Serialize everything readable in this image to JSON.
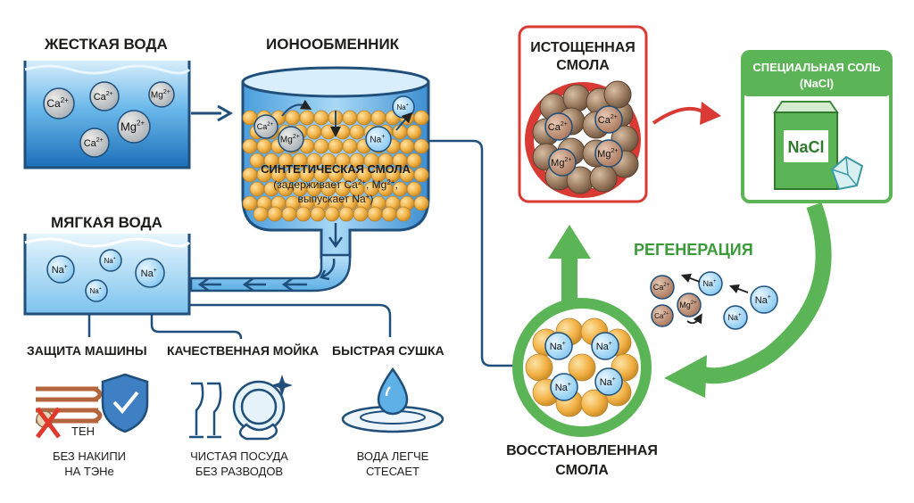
{
  "titles": {
    "hard_water": "ЖЕСТКАЯ ВОДА",
    "ion_exchanger": "ИОНООБМЕННИК",
    "soft_water": "МЯГКАЯ ВОДА",
    "depleted_resin_l1": "ИСТОЩЕННАЯ",
    "depleted_resin_l2": "СМОЛА",
    "special_salt_l1": "СПЕЦИАЛЬНАЯ СОЛЬ",
    "special_salt_l2": "(NaCl)",
    "regeneration": "РЕГЕНЕРАЦИЯ",
    "restored_resin_l1": "ВОССТАНОВЛЕННАЯ",
    "restored_resin_l2": "СМОЛА"
  },
  "resin": {
    "title": "СИНТЕТИЧЕСКАЯ СМОЛА",
    "l1_pre": "(задерживает Ca",
    "l1_sup1": "2+",
    "l1_mid": ", Mg",
    "l1_sup2": "2+",
    "l1_post": ",",
    "l2_pre": "выпускает Na",
    "l2_sup": "+",
    "l2_post": ")"
  },
  "ions": {
    "ca": "Ca",
    "mg": "Mg",
    "na": "Na",
    "charge2": "2+",
    "charge1": "+"
  },
  "salt_pack": "NaCl",
  "benefits": {
    "protection": {
      "title": "ЗАЩИТА МАШИНЫ",
      "heater": "ТЕН",
      "l1": "БЕЗ НАКИПИ",
      "l2": "НА ТЭНе"
    },
    "washing": {
      "title": "КАЧЕСТВЕННАЯ МОЙКА",
      "l1": "ЧИСТАЯ ПОСУДА",
      "l2": "БЕЗ РАЗВОДОВ"
    },
    "drying": {
      "title": "БЫСТРАЯ СУШКА",
      "l1": "ВОДА ЛЕГЧЕ",
      "l2": "СТЕСАЕТ"
    }
  },
  "colors": {
    "water_top": "#cfe9fa",
    "water_bottom": "#1b78c6",
    "resin_bead": "#f2b246",
    "na_ion": "#9fd4f4",
    "ca_ion": "#b07a5e",
    "depleted_border": "#d93a34",
    "green": "#5bb556",
    "pipe": "#1f4f7a"
  }
}
